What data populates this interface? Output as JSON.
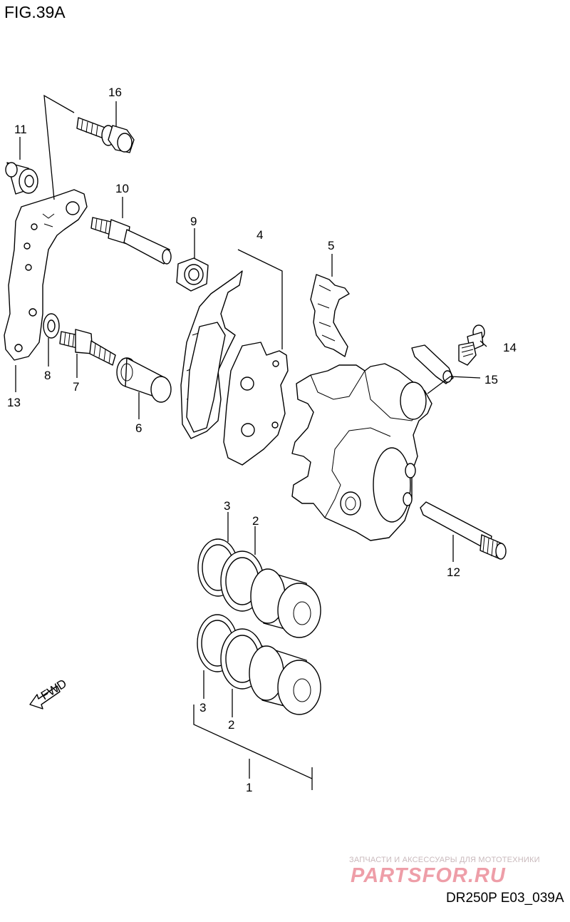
{
  "figure": {
    "title": "FIG.39A",
    "code": "DR250P E03_039A"
  },
  "watermark": {
    "line1": "ЗАПЧАСТИ И АКСЕССУАРЫ ДЛЯ МОТОТЕХНИКИ",
    "line2": "PARTSFOR.RU"
  },
  "fwd_label": "FWD",
  "callouts": [
    {
      "id": "1",
      "text": "1"
    },
    {
      "id": "2a",
      "text": "2"
    },
    {
      "id": "2b",
      "text": "2"
    },
    {
      "id": "3a",
      "text": "3"
    },
    {
      "id": "3b",
      "text": "3"
    },
    {
      "id": "4",
      "text": "4"
    },
    {
      "id": "5",
      "text": "5"
    },
    {
      "id": "6",
      "text": "6"
    },
    {
      "id": "7",
      "text": "7"
    },
    {
      "id": "8",
      "text": "8"
    },
    {
      "id": "9",
      "text": "9"
    },
    {
      "id": "10",
      "text": "10"
    },
    {
      "id": "11",
      "text": "11"
    },
    {
      "id": "12",
      "text": "12"
    },
    {
      "id": "13",
      "text": "13"
    },
    {
      "id": "14",
      "text": "14"
    },
    {
      "id": "15",
      "text": "15"
    },
    {
      "id": "16",
      "text": "16"
    }
  ]
}
